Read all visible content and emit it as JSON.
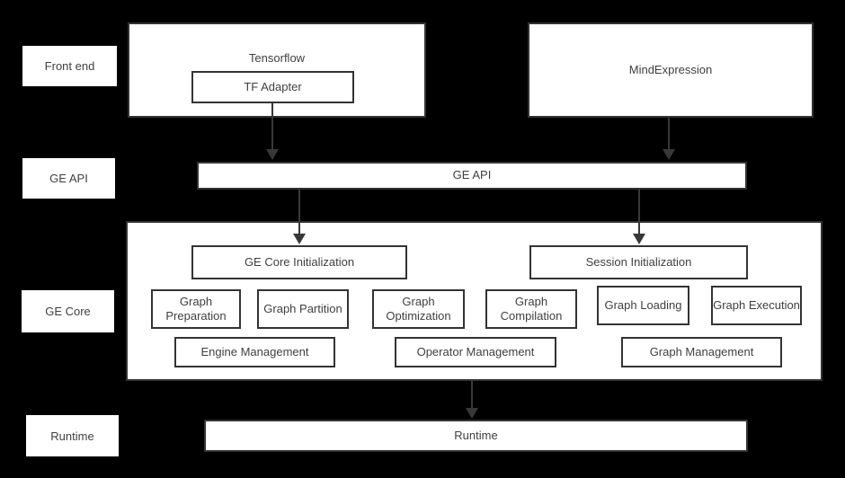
{
  "colors": {
    "background": "#000000",
    "box_fill": "#ffffff",
    "box_border": "#333333",
    "text": "#404040",
    "arrow": "#383838"
  },
  "row_labels": [
    "Front end",
    "GE API",
    "GE Core",
    "Runtime"
  ],
  "frontend": {
    "tensorflow_label": "Tensorflow",
    "tf_adapter_label": "TF Adapter",
    "mindexpression_label": "MindExpression"
  },
  "api": {
    "label": "GE API"
  },
  "ge_core": {
    "init_label": "GE Core Initialization",
    "session_label": "Session Initialization",
    "modules": [
      "Graph Preparation",
      "Graph Partition",
      "Graph Optimization",
      "Graph Compilation",
      "Graph Loading",
      "Graph Execution"
    ],
    "management": [
      "Engine Management",
      "Operator Management",
      "Graph Management"
    ]
  },
  "runtime": {
    "label": "Runtime"
  }
}
